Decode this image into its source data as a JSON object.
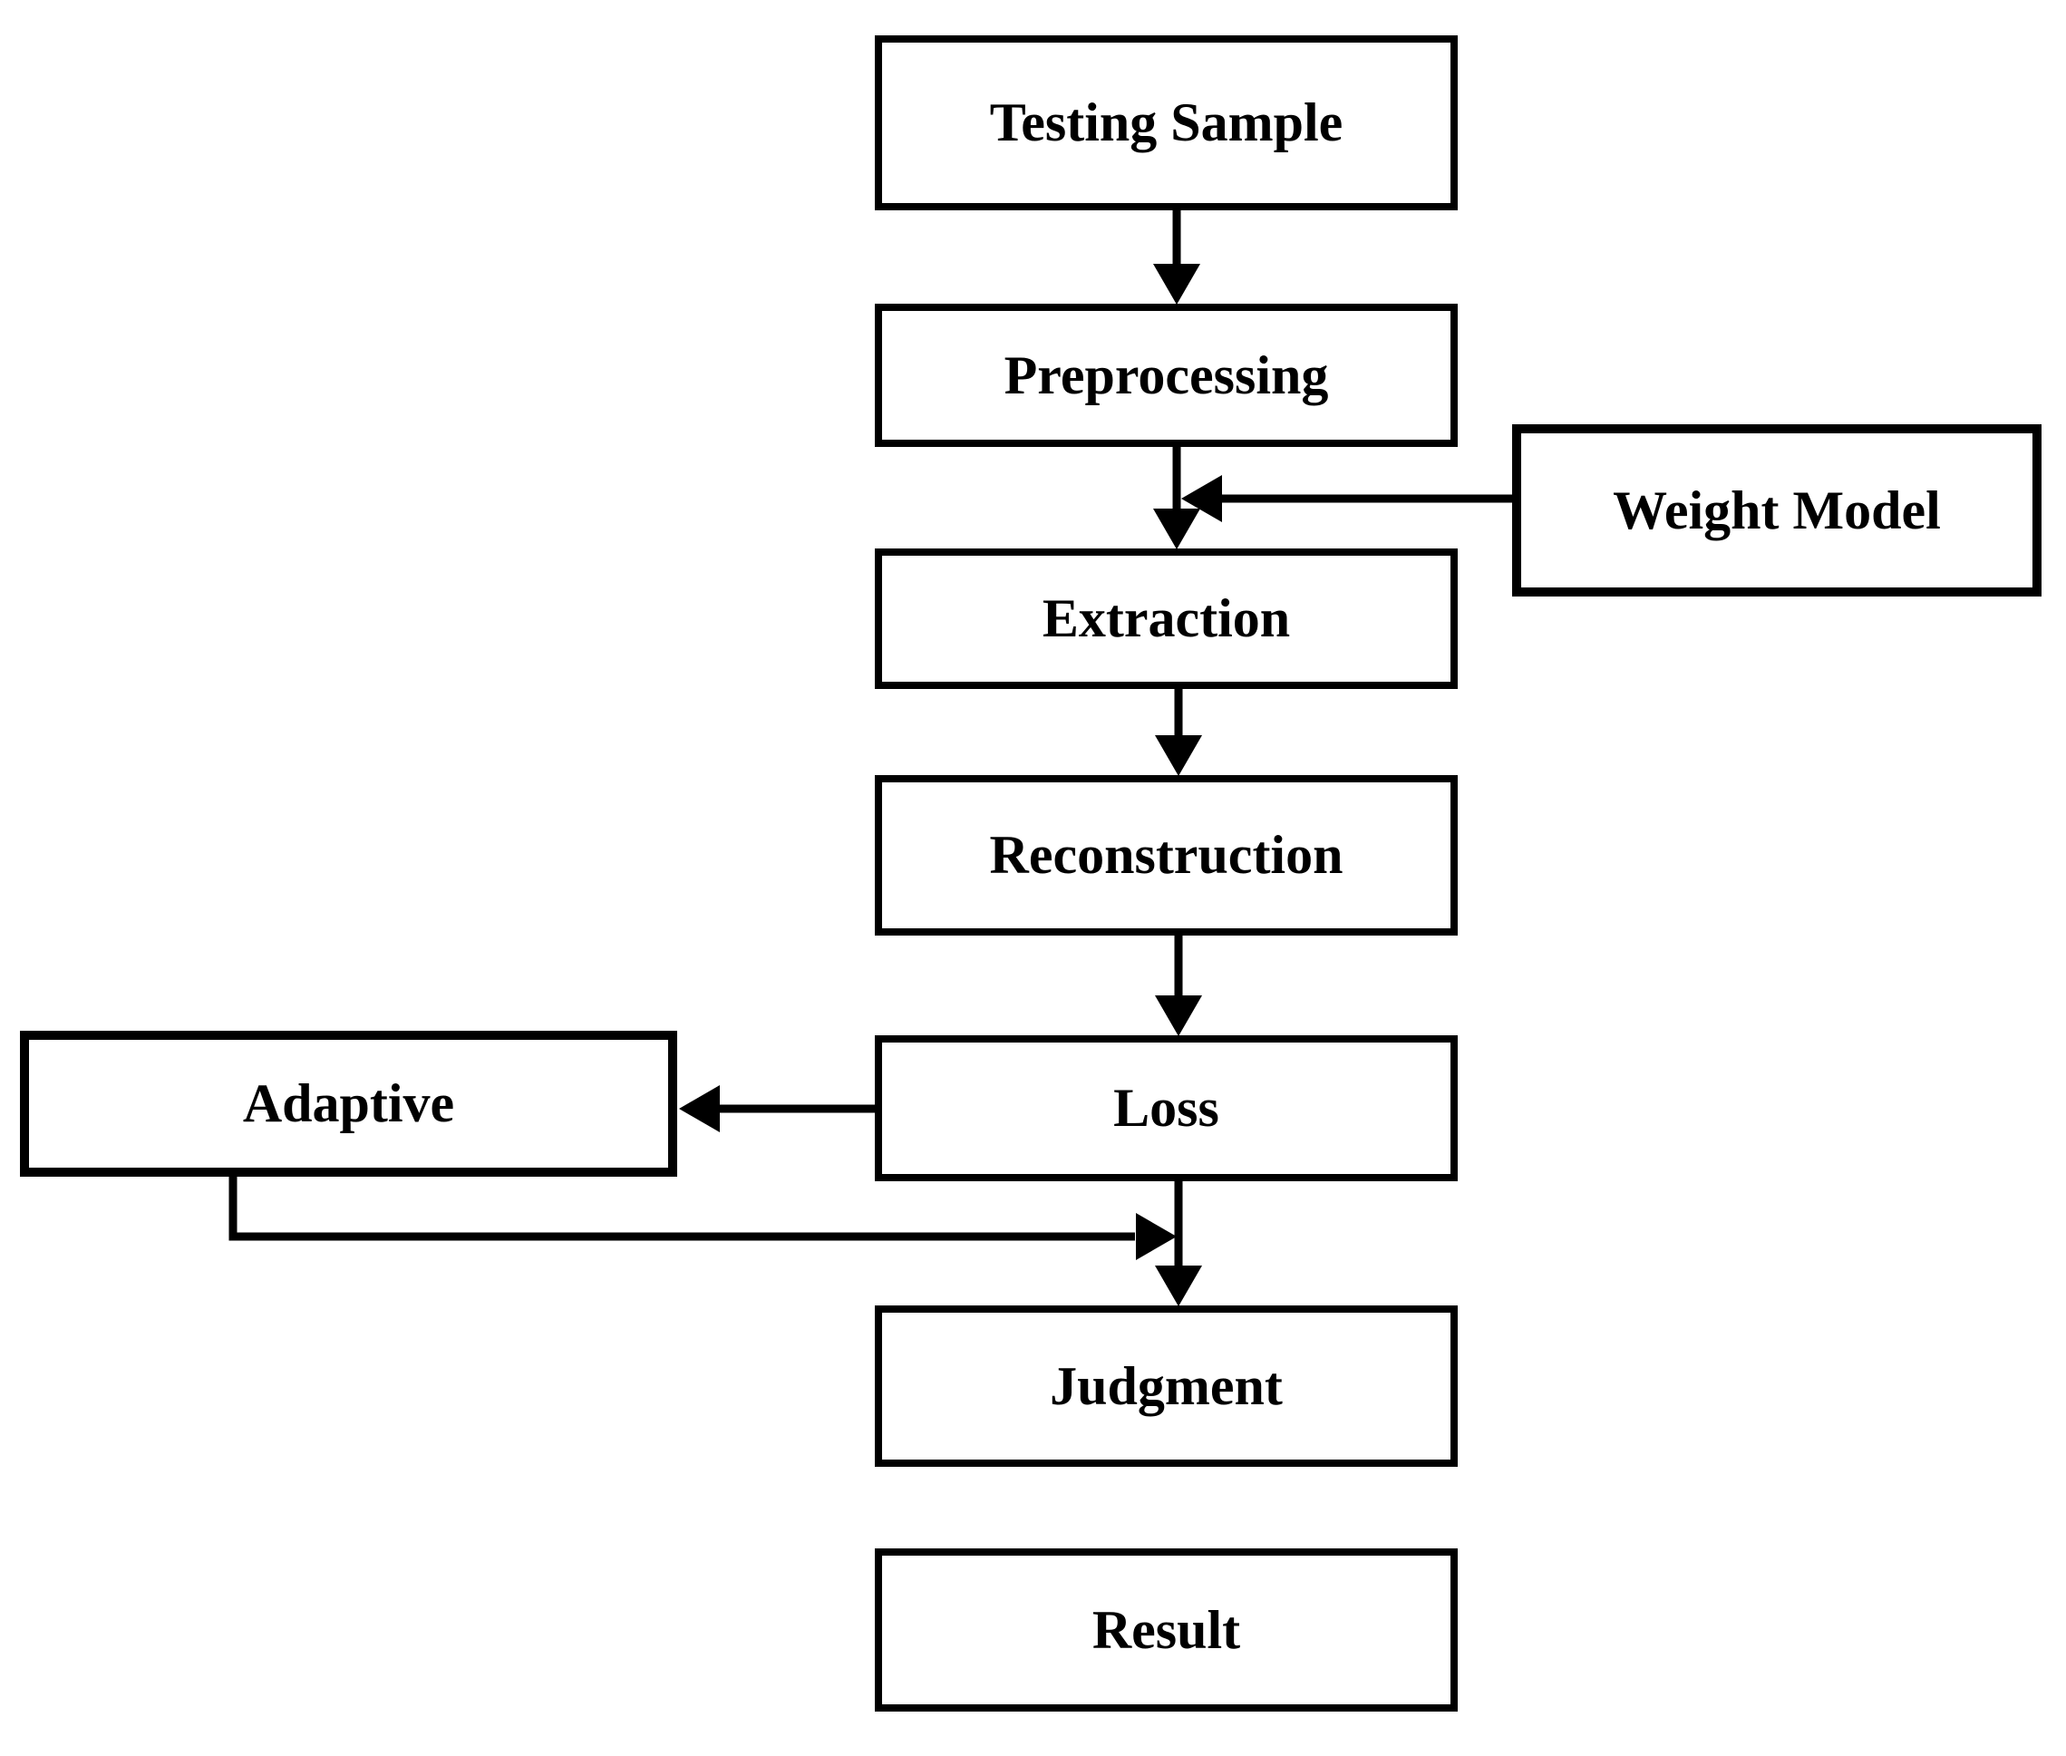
{
  "diagram": {
    "type": "flowchart",
    "colors": {
      "ink": "#000000",
      "background": "#ffffff"
    },
    "nodes": [
      {
        "id": "testing-sample",
        "label": "Testing Sample"
      },
      {
        "id": "preprocessing",
        "label": "Preprocessing"
      },
      {
        "id": "extraction",
        "label": "Extraction"
      },
      {
        "id": "reconstruction",
        "label": "Reconstruction"
      },
      {
        "id": "loss",
        "label": "Loss"
      },
      {
        "id": "judgment",
        "label": "Judgment"
      },
      {
        "id": "result",
        "label": "Result"
      },
      {
        "id": "weight-model",
        "label": "Weight Model"
      },
      {
        "id": "adaptive",
        "label": "Adaptive"
      }
    ],
    "edges": [
      {
        "from": "testing-sample",
        "to": "preprocessing",
        "style": "arrow-down"
      },
      {
        "from": "preprocessing",
        "to": "extraction",
        "style": "arrow-down"
      },
      {
        "from": "weight-model",
        "to": "preprocessing-extraction-arrow",
        "style": "arrow-left"
      },
      {
        "from": "extraction",
        "to": "reconstruction",
        "style": "arrow-down"
      },
      {
        "from": "reconstruction",
        "to": "loss",
        "style": "arrow-down"
      },
      {
        "from": "loss",
        "to": "judgment",
        "style": "arrow-down"
      },
      {
        "from": "loss",
        "to": "adaptive",
        "style": "arrow-left"
      },
      {
        "from": "adaptive",
        "to": "loss-judgment-arrow",
        "style": "elbow-arrow-right"
      }
    ]
  }
}
